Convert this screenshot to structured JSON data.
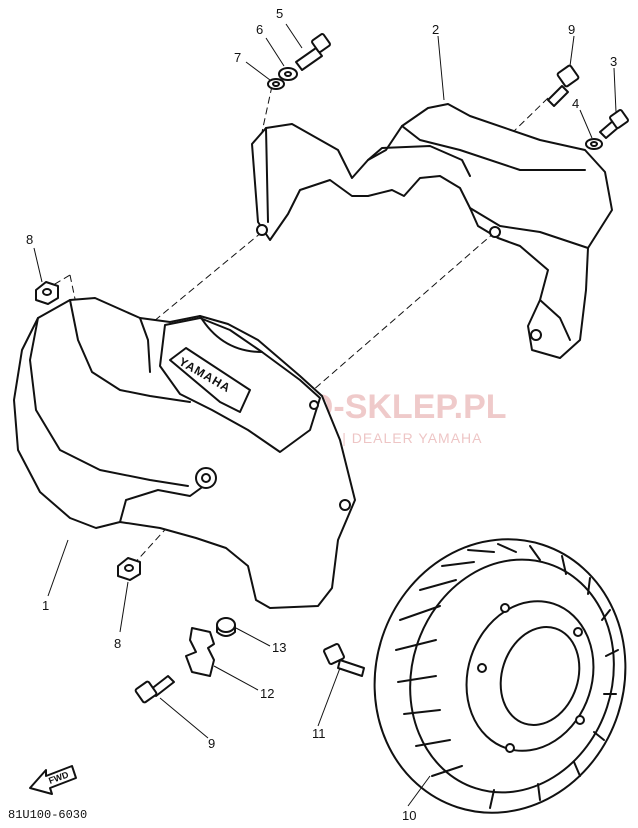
{
  "callouts": {
    "c1": "1",
    "c2": "2",
    "c3": "3",
    "c4": "4",
    "c5": "5",
    "c6": "6",
    "c7": "7",
    "c8_top": "8",
    "c8_bottom": "8",
    "c9_top": "9",
    "c9_bottom": "9",
    "c10": "10",
    "c11": "11",
    "c12": "12",
    "c13": "13"
  },
  "emboss_text": "YAMAHA",
  "fwd_label": "FWD",
  "drawing_code": "81U100-6030",
  "watermark": {
    "title": "MOTO-SKLEP.PL",
    "subtitle": "WOJCIECHOWICZ | DEALER YAMAHA",
    "color": "#e3a0a0"
  },
  "colors": {
    "ink": "#111111",
    "background": "#ffffff"
  }
}
